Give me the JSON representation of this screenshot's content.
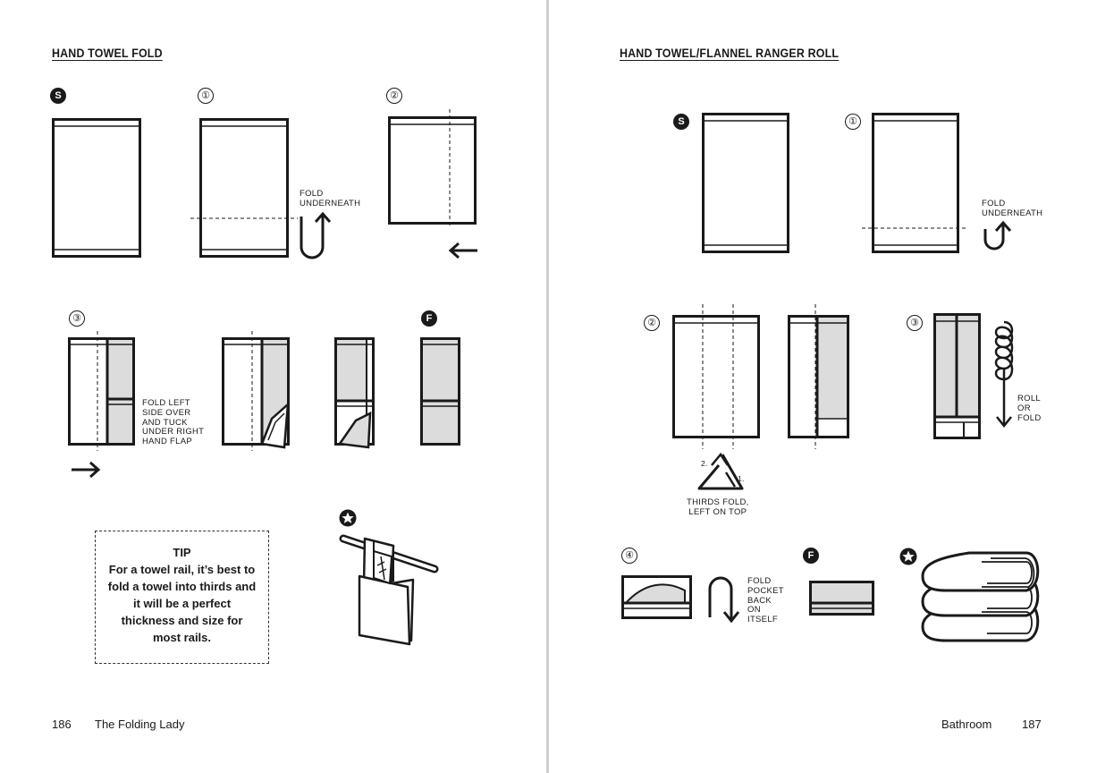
{
  "left_page": {
    "title": "HAND TOWEL FOLD",
    "steps": {
      "start": "S",
      "one": "①",
      "two": "②",
      "three": "③",
      "finish": "F",
      "star": "★"
    },
    "notes": {
      "fold_underneath": "FOLD\nUNDERNEATH",
      "fold_left": "FOLD LEFT\nSIDE OVER\nAND TUCK\nUNDER RIGHT\nHAND FLAP"
    },
    "tip": {
      "title": "TIP",
      "body": "For a towel rail, it’s best to fold a towel into thirds and it will be a perfect thickness and size for most rails."
    },
    "footer": {
      "page_number": "186",
      "book_title": "The Folding Lady"
    }
  },
  "right_page": {
    "title": "HAND TOWEL/FLANNEL RANGER ROLL",
    "steps": {
      "start": "S",
      "one": "①",
      "two": "②",
      "three": "③",
      "four": "④",
      "finish": "F",
      "star": "★"
    },
    "notes": {
      "fold_underneath": "FOLD\nUNDERNEATH",
      "roll_or_fold": "ROLL\nOR\nFOLD",
      "thirds_fold": "THIRDS FOLD,\nLEFT ON TOP",
      "label_1": "1.",
      "label_2": "2.",
      "fold_pocket": "FOLD\nPOCKET\nBACK\nON\nITSELF"
    },
    "footer": {
      "section": "Bathroom",
      "page_number": "187"
    }
  },
  "colors": {
    "ink": "#1a1a1a",
    "fill_grey": "#dcdcdc",
    "gutter": "#cfcfcf"
  },
  "icons": [
    "towel-outline-icon",
    "fold-arrow-icon",
    "left-arrow-icon",
    "right-arrow-icon",
    "star-badge-icon",
    "towel-rail-icon",
    "roll-coil-icon",
    "thirds-fold-triangle-icon",
    "folded-towel-stack-icon"
  ]
}
